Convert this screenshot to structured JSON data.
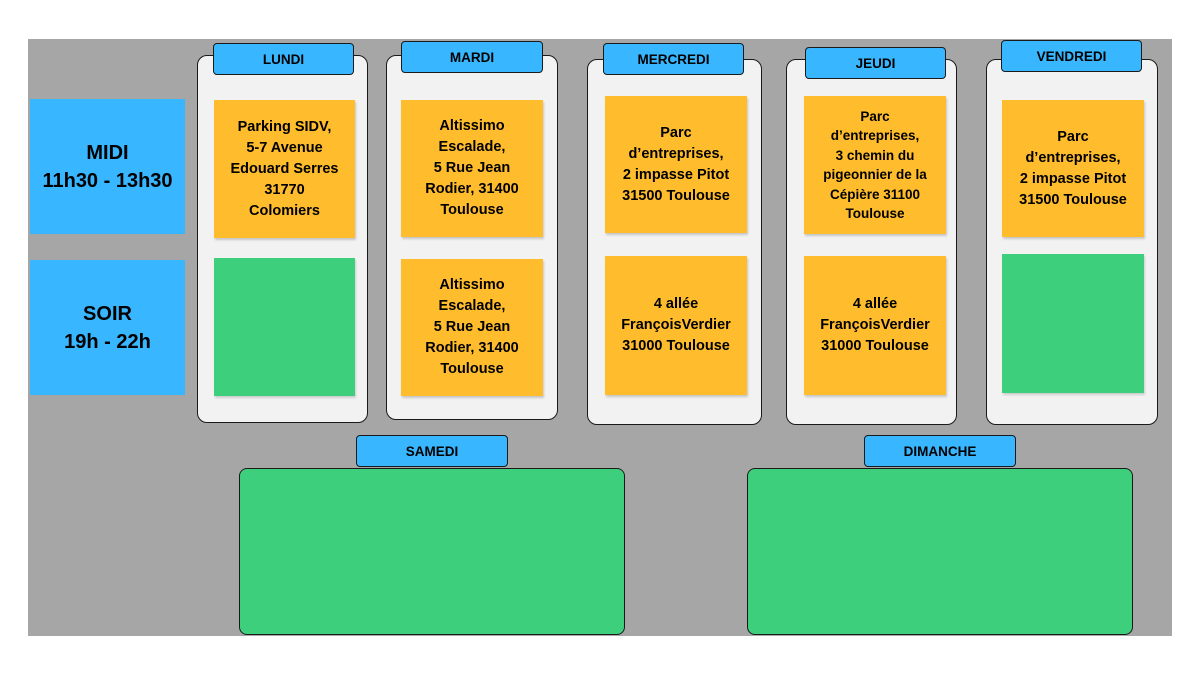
{
  "slots": {
    "midi": {
      "name": "MIDI",
      "hours": "11h30 - 13h30"
    },
    "soir": {
      "name": "SOIR",
      "hours": "19h - 22h"
    }
  },
  "days": {
    "lundi": {
      "label": "LUNDI",
      "midi": "Parking SIDV,\n5-7 Avenue\nEdouard Serres\n31770\nColomiers",
      "soir": ""
    },
    "mardi": {
      "label": "MARDI",
      "midi": "Altissimo\nEscalade,\n5 Rue Jean\nRodier, 31400\nToulouse",
      "soir": "Altissimo\nEscalade,\n5 Rue Jean\nRodier, 31400\nToulouse"
    },
    "mercredi": {
      "label": "MERCREDI",
      "midi": "Parc\nd’entreprises,\n2 impasse Pitot\n31500 Toulouse",
      "soir": "4 allée\nFrançoisVerdier\n31000 Toulouse"
    },
    "jeudi": {
      "label": "JEUDI",
      "midi": "Parc\nd’entreprises,\n3 chemin du\npigeonnier de la\nCépière 31100\nToulouse",
      "soir": "4 allée\nFrançoisVerdier\n31000 Toulouse"
    },
    "vendredi": {
      "label": "VENDREDI",
      "midi": "Parc\nd’entreprises,\n2 impasse Pitot\n31500 Toulouse",
      "soir": ""
    },
    "samedi": {
      "label": "SAMEDI"
    },
    "dimanche": {
      "label": "DIMANCHE"
    }
  },
  "colors": {
    "background": "#a6a6a6",
    "slot_label": "#38b6ff",
    "day_tab": "#38b6ff",
    "note_filled": "#ffbd2e",
    "note_empty": "#3ecf7c",
    "card": "#f2f2f2"
  }
}
